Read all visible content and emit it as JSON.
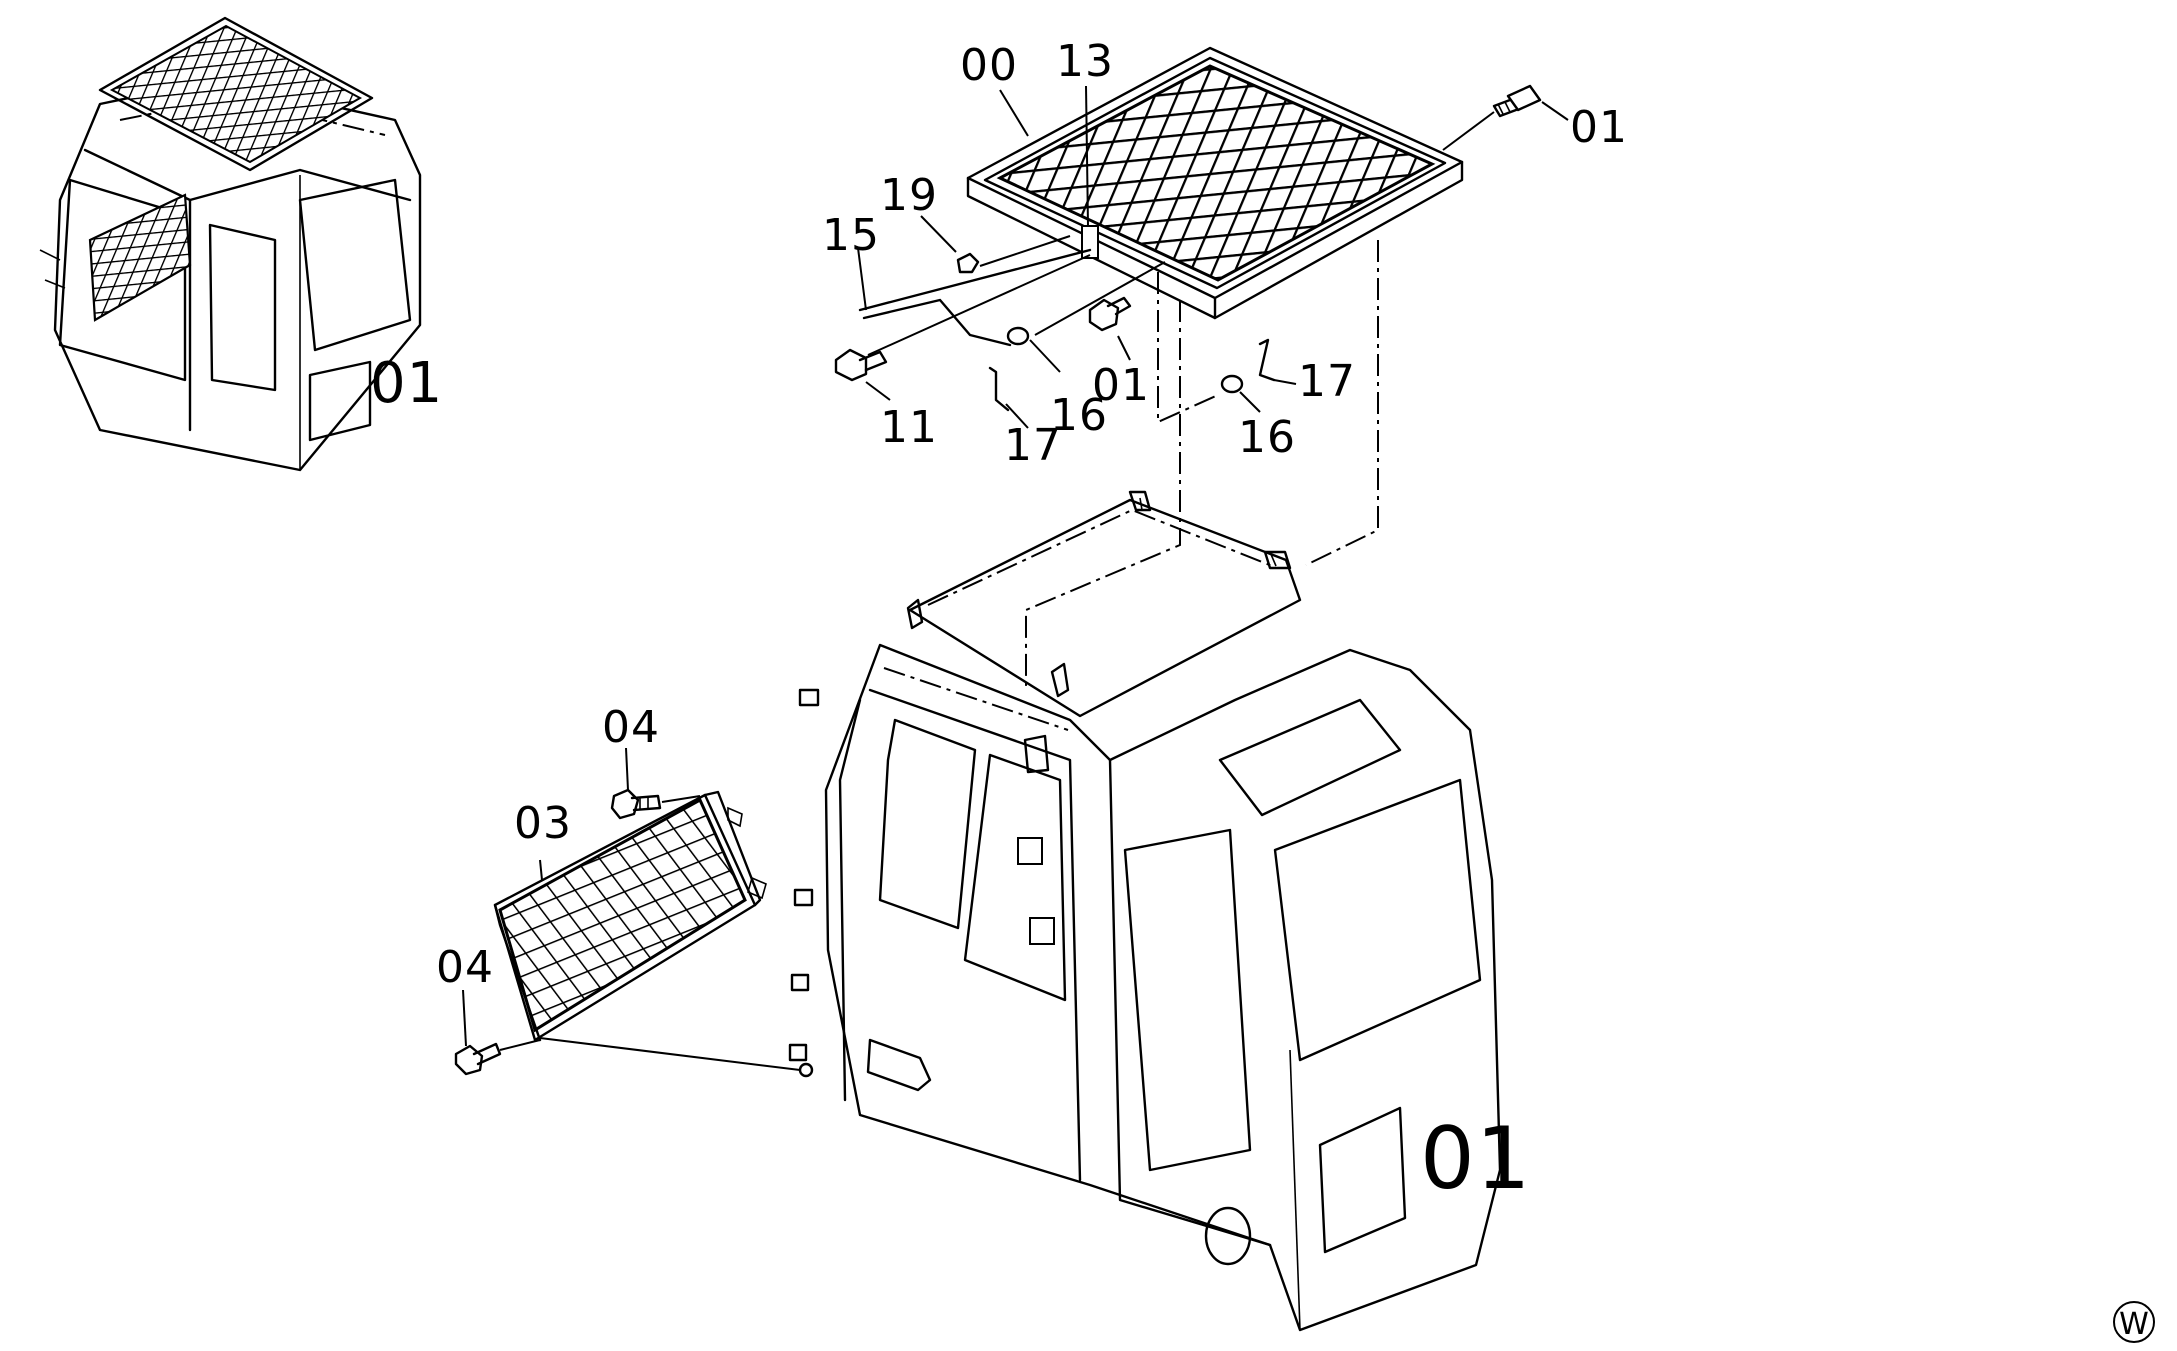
{
  "diagram": {
    "part_labels": {
      "p00": "00",
      "p13": "13",
      "p01_top": "01",
      "p19": "19",
      "p15": "15",
      "p11": "11",
      "p17_a": "17",
      "p16_a": "16",
      "p01_mid": "01",
      "p17_b": "17",
      "p16_b": "16",
      "p04_top": "04",
      "p03": "03",
      "p04_bottom": "04"
    },
    "cab_number_small": "01",
    "cab_number_large": "01",
    "corner_mark": "W"
  }
}
